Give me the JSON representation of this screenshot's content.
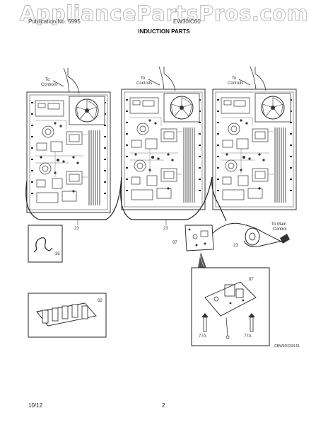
{
  "watermark": "AppliancePartsPros.com",
  "header": {
    "model_left": "Publication No. 5995",
    "model_right": "EW30IC60",
    "section_title": "INDUCTION PARTS"
  },
  "callouts": {
    "to_controls_1": "To",
    "to_controls_1b": "Controls",
    "to_controls_2": "To",
    "to_controls_2b": "Controls",
    "to_controls_3": "To",
    "to_controls_3b": "Controls",
    "to_main_control": "To Main",
    "to_main_control_b": "Control",
    "part_23a": "23",
    "part_23b": "23",
    "part_23c": "23",
    "part_35": "35",
    "part_62": "62",
    "part_87a": "87",
    "part_87b": "87",
    "part_77a_1": "77A",
    "part_77a_2": "77A",
    "drawing_code": "CBW30IC60L51"
  },
  "footer": {
    "date": "10/12",
    "page": "2"
  }
}
